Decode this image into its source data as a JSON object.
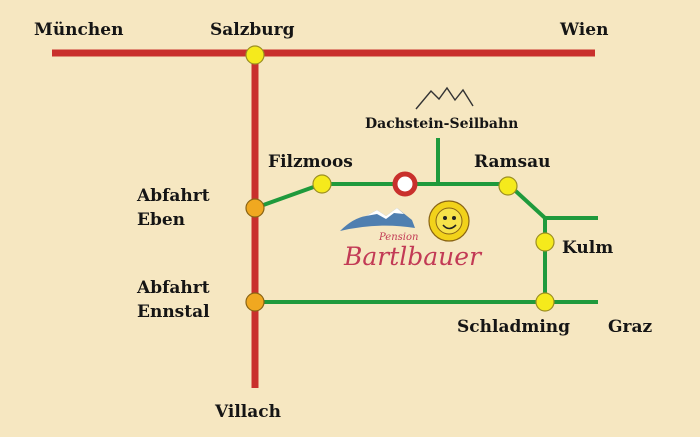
{
  "colors": {
    "background": "#f6e7c1",
    "highway": "#c9302c",
    "road": "#1f9a3c",
    "town_fill": "#f5ea1c",
    "town_stroke": "#9c8f22",
    "junction_fill": "#f0a820",
    "junction_stroke": "#8a6414",
    "destination_ring": "#c9302c",
    "logo_text": "#c23a55",
    "sun": "#f2d21a"
  },
  "places": {
    "muenchen": "München",
    "salzburg": "Salzburg",
    "wien": "Wien",
    "dachstein": "Dachstein-Seilbahn",
    "filzmoos": "Filzmoos",
    "ramsau": "Ramsau",
    "eben": [
      "Abfahrt",
      "Eben"
    ],
    "ennstal": [
      "Abfahrt",
      "Ennstal"
    ],
    "kulm": "Kulm",
    "schladming": "Schladming",
    "graz": "Graz",
    "villach": "Villach"
  },
  "logo": {
    "subtitle": "Pension",
    "name": "Bartlbauer",
    "icons": [
      "mountain-icon",
      "sun-icon"
    ]
  },
  "icons": {
    "cable_car": "mountain-peaks-icon",
    "destination": "ring-marker-icon"
  }
}
